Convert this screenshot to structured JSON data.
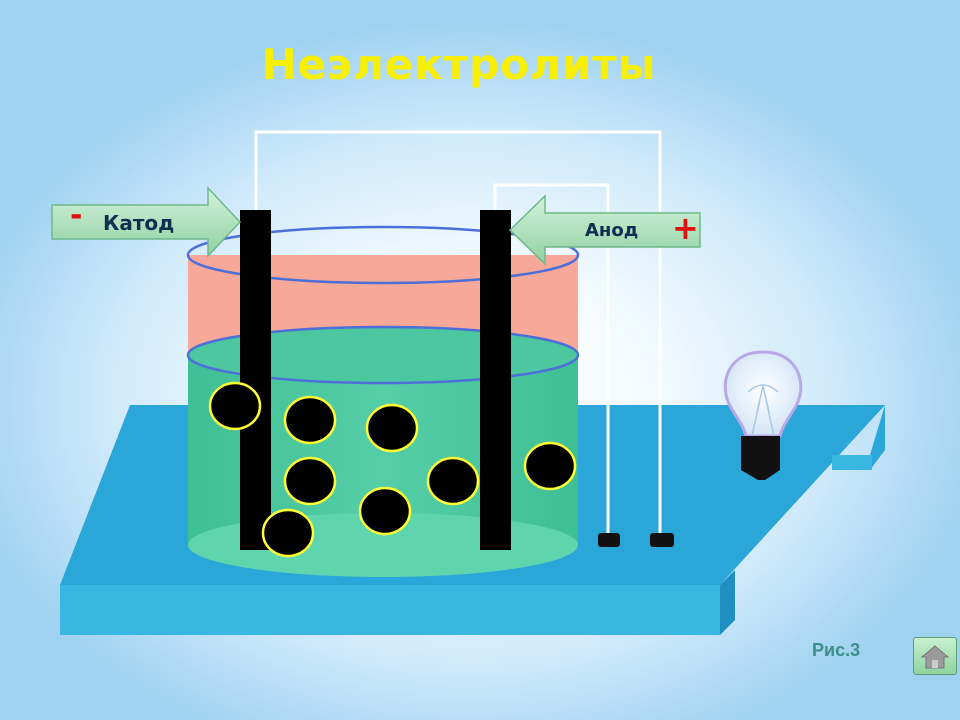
{
  "title": "Неэлектролиты",
  "cathode": {
    "label": "Катод",
    "sign": "-"
  },
  "anode": {
    "label": "Анод",
    "sign": "+"
  },
  "caption": "Рис.3",
  "colors": {
    "title": "#f8f000",
    "table": "#2aa6d8",
    "solution": "#4cc79f",
    "upper_layer": "#f8a898",
    "electrode": "#000000",
    "particle_outline": "#ffff33",
    "arrow_fill": "#a9dcb2",
    "sign_red": "#e01010"
  },
  "icons": {
    "home": "home-icon",
    "lamp": "light-bulb-icon"
  }
}
